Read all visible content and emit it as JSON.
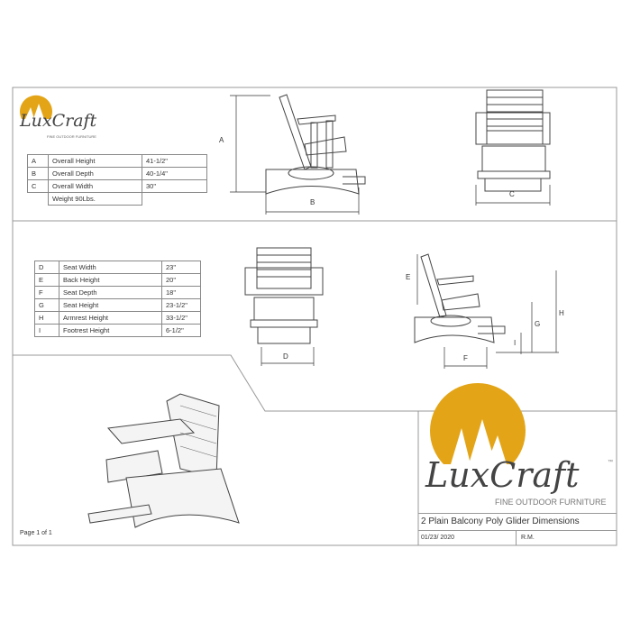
{
  "brand": {
    "name": "LuxCraft",
    "tagline": "FINE OUTDOOR FURNITURE",
    "trademark": "™",
    "sun_color": "#e3a517"
  },
  "overall_table": [
    {
      "key": "A",
      "label": "Overall Height",
      "value": "41-1/2\""
    },
    {
      "key": "B",
      "label": "Overall Depth",
      "value": "40-1/4\""
    },
    {
      "key": "C",
      "label": "Overall Width",
      "value": "30\""
    }
  ],
  "weight": "Weight 90Lbs.",
  "detail_table": [
    {
      "key": "D",
      "label": "Seat Width",
      "value": "23\""
    },
    {
      "key": "E",
      "label": "Back Height",
      "value": "20\""
    },
    {
      "key": "F",
      "label": "Seat Depth",
      "value": "18\""
    },
    {
      "key": "G",
      "label": "Seat Height",
      "value": "23-1/2\""
    },
    {
      "key": "H",
      "label": "Armrest Height",
      "value": "33-1/2\""
    },
    {
      "key": "I",
      "label": "Footrest Height",
      "value": "6-1/2\""
    }
  ],
  "dimension_labels": {
    "A": "A",
    "B": "B",
    "C": "C",
    "D": "D",
    "E": "E",
    "F": "F",
    "G": "G",
    "H": "H",
    "I": "I"
  },
  "title_block": {
    "title": "2 Plain Balcony Poly Glider Dimensions",
    "date": "01/23/ 2020",
    "author": "R.M."
  },
  "footer": "Page 1 of 1"
}
